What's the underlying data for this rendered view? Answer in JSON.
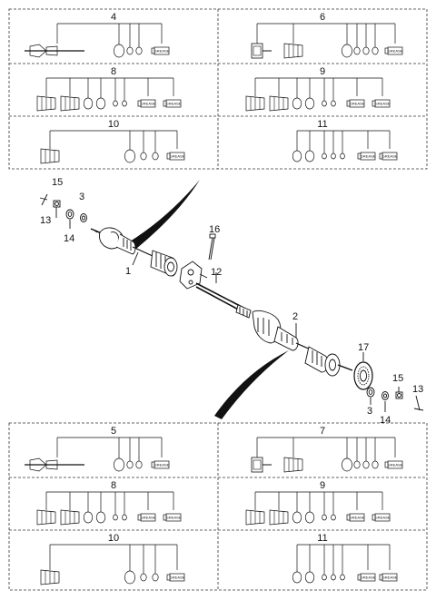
{
  "top_blocks": [
    {
      "label": "4",
      "kind": "inner-assy"
    },
    {
      "label": "6",
      "kind": "outer-assy"
    },
    {
      "label": "8",
      "kind": "boot-kit"
    },
    {
      "label": "9",
      "kind": "boot-kit"
    },
    {
      "label": "10",
      "kind": "boot-kit-small"
    },
    {
      "label": "11",
      "kind": "parts-only"
    }
  ],
  "bottom_blocks": [
    {
      "label": "5",
      "kind": "inner-assy"
    },
    {
      "label": "7",
      "kind": "outer-assy"
    },
    {
      "label": "8",
      "kind": "boot-kit"
    },
    {
      "label": "9",
      "kind": "boot-kit"
    },
    {
      "label": "10",
      "kind": "boot-kit-small"
    },
    {
      "label": "11",
      "kind": "parts-only"
    }
  ],
  "grease_text": "GREASE",
  "callouts": {
    "left_15": "15",
    "left_3": "3",
    "left_13": "13",
    "left_14": "14",
    "c16": "16",
    "c1": "1",
    "c12": "12",
    "c2": "2",
    "c17": "17",
    "right_15": "15",
    "right_13": "13",
    "right_3": "3",
    "right_14": "14"
  }
}
